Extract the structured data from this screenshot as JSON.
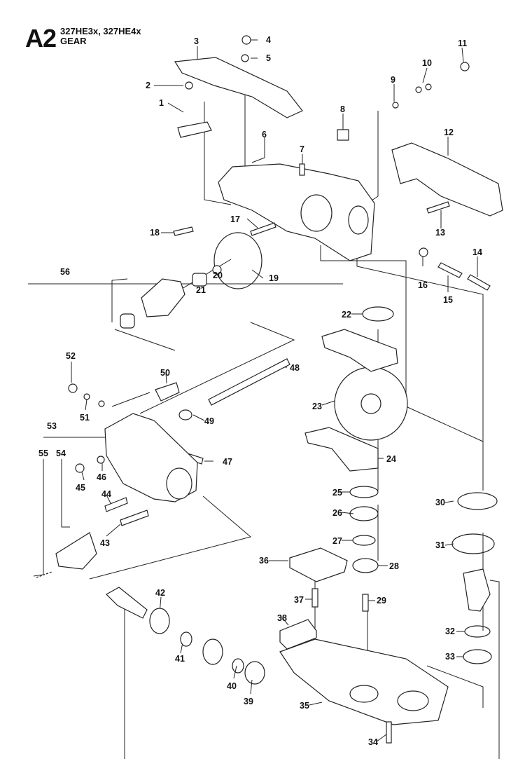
{
  "header": {
    "section_code": "A2",
    "models": "327HE3x, 327HE4x",
    "title": "GEAR"
  },
  "callouts": [
    "1",
    "2",
    "3",
    "4",
    "5",
    "6",
    "7",
    "8",
    "9",
    "10",
    "11",
    "12",
    "13",
    "14",
    "15",
    "16",
    "17",
    "18",
    "19",
    "20",
    "21",
    "22",
    "23",
    "24",
    "25",
    "26",
    "27",
    "28",
    "29",
    "30",
    "31",
    "32",
    "33",
    "34",
    "35",
    "36",
    "37",
    "38",
    "39",
    "40",
    "41",
    "42",
    "43",
    "44",
    "45",
    "46",
    "47",
    "48",
    "49",
    "50",
    "51",
    "52",
    "53",
    "54",
    "55",
    "56"
  ]
}
